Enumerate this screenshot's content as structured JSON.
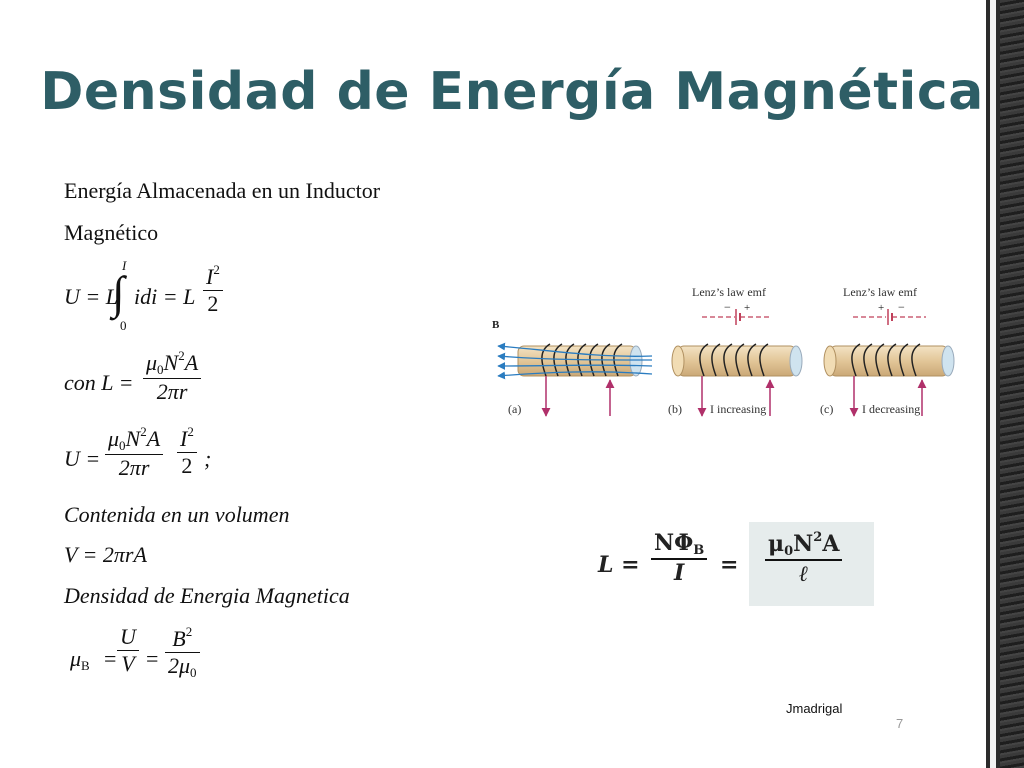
{
  "title": "Densidad de Energía Magnética",
  "left": {
    "line1": "Energía Almacenada en un Inductor",
    "line2": "Magnético",
    "eq1": {
      "lhs": "U = L",
      "int_upper": "I",
      "int_lower": "0",
      "integrand": "idi = L",
      "num": "I",
      "num_exp": "2",
      "den": "2"
    },
    "eq2": {
      "prefix": "con L =",
      "num_a": "μ",
      "num_sub": "0",
      "num_b": "N",
      "num_exp": "2",
      "num_c": "A",
      "den": "2πr"
    },
    "eq3": {
      "lhs": "U =",
      "num_a": "μ",
      "num_sub": "0",
      "num_b": "N",
      "num_exp": "2",
      "num_c": "A",
      "den1": "2πr",
      "num2": "I",
      "num2_exp": "2",
      "den2": "2",
      "suffix": ";"
    },
    "line_vol": "Contenida en un volumen",
    "eq_vol": "V = 2πrA",
    "line_dens": "Densidad de Energia Magnetica",
    "eq_dens": {
      "lhs_a": "μ",
      "lhs_sub": "B",
      "eq": "=",
      "num1": "U",
      "den1": "V",
      "eq2": "=",
      "num2": "B",
      "num2_exp": "2",
      "den2_a": "2μ",
      "den2_sub": "0"
    }
  },
  "figure": {
    "label_b": "B",
    "label_lenz_b": "Lenz’s law emf",
    "label_lenz_c": "Lenz’s law emf",
    "sign_b_left": "−",
    "sign_b_right": "+",
    "sign_c_left": "+",
    "sign_c_right": "−",
    "cap_a": "(a)",
    "cap_b": "(b)",
    "cap_b_text": "I increasing",
    "cap_c": "(c)",
    "cap_c_text": "I decreasing"
  },
  "eq_right": {
    "lhs": "L =",
    "num1": "NΦ",
    "num1_sub": "B",
    "den1": "I",
    "eq": "=",
    "num2_a": "μ",
    "num2_sub": "0",
    "num2_b": "N",
    "num2_exp": "2",
    "num2_c": "A",
    "den2": "ℓ"
  },
  "footer": {
    "author": "Jmadrigal",
    "page": "7"
  },
  "colors": {
    "title": "#2e5e66",
    "arrow": "#b0306a",
    "field": "#2a7cc0",
    "coil": "#e6cfa6"
  }
}
